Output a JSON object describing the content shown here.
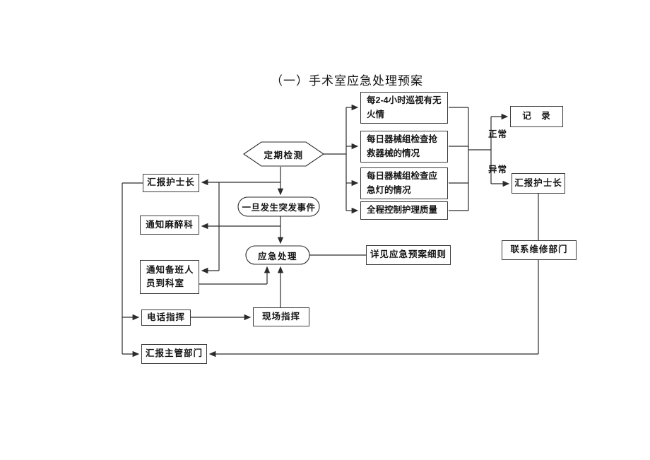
{
  "page": {
    "title": "（一）手术室应急处理预案"
  },
  "flowchart": {
    "nodes": {
      "periodic_check": {
        "label": "定期检测"
      },
      "check_fire": {
        "label": "每2-4小时巡视有无\n火情"
      },
      "check_rescue_equipment": {
        "label": "每日器械组检查抢\n救器械的情况"
      },
      "check_emergency_light": {
        "label": "每日器械组检查应\n急灯的情况"
      },
      "quality_control": {
        "label": "全程控制护理质量"
      },
      "record": {
        "label": "记　录"
      },
      "report_head_nurse_right": {
        "label": "汇报护士长"
      },
      "contact_maintenance": {
        "label": "联系维修部门"
      },
      "emergency_event": {
        "label": "一旦发生突发事件"
      },
      "report_head_nurse_left": {
        "label": "汇报护士长"
      },
      "notify_anesthesia": {
        "label": "通知麻醉科"
      },
      "notify_standby_staff": {
        "label": "通知备班人\n员到科室"
      },
      "emergency_handling": {
        "label": "应急处理"
      },
      "see_plan_details": {
        "label": "详见应急预案细则"
      },
      "phone_command": {
        "label": "电话指挥"
      },
      "site_command": {
        "label": "现场指挥"
      },
      "report_supervisor": {
        "label": "汇报主管部门"
      }
    },
    "edge_labels": {
      "normal": "正常",
      "abnormal": "异常"
    }
  }
}
